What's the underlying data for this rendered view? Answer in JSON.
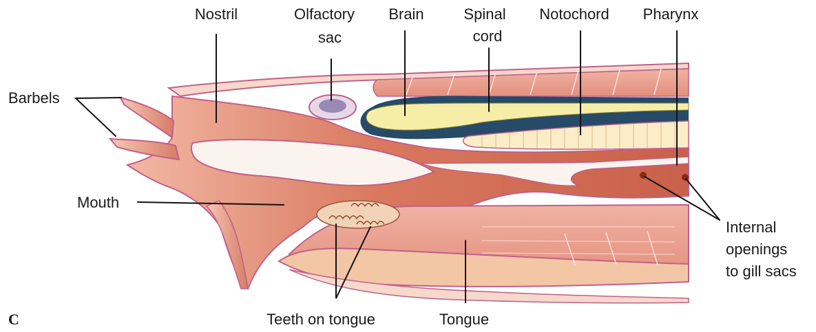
{
  "figure": {
    "panel_letter": "C",
    "labels": {
      "nostril": "Nostril",
      "olfactory_sac_line1": "Olfactory",
      "olfactory_sac_line2": "sac",
      "brain": "Brain",
      "spinal_cord_line1": "Spinal",
      "spinal_cord_line2": "cord",
      "notochord": "Notochord",
      "pharynx": "Pharynx",
      "barbels": "Barbels",
      "mouth": "Mouth",
      "internal_openings_line1": "Internal",
      "internal_openings_line2": "openings",
      "internal_openings_line3": "to gill sacs",
      "teeth_on_tongue": "Teeth on tongue",
      "tongue": "Tongue"
    },
    "colors": {
      "outline": "#c0608a",
      "tissue_dark": "#cf6a52",
      "tissue_light": "#f2b5a0",
      "muscle": "#e9a394",
      "cavity": "#fbf4ee",
      "brain": "#f6eda6",
      "nerve_sheath": "#274a68",
      "notochord": "#fbedc8",
      "olfactory": "#9a88b5",
      "tongue_rim": "#f3c6a6"
    }
  }
}
